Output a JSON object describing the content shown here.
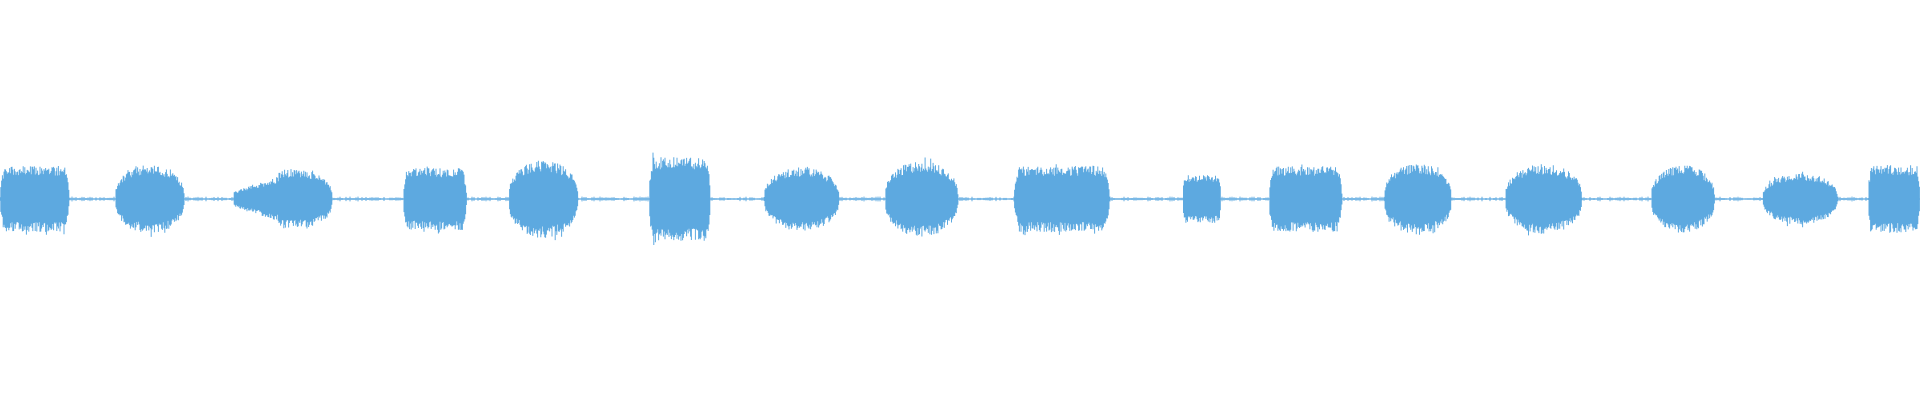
{
  "waveform": {
    "color": "#5DA9E0",
    "background": "#FFFFFF",
    "bursts": [
      {
        "start": 0.0,
        "end": 0.036,
        "amplitude": 0.66,
        "shape": "block"
      },
      {
        "start": 0.06,
        "end": 0.096,
        "amplitude": 0.68,
        "shape": "dome"
      },
      {
        "start": 0.122,
        "end": 0.173,
        "amplitude": 0.6,
        "shape": "ramp-in"
      },
      {
        "start": 0.21,
        "end": 0.243,
        "amplitude": 0.62,
        "shape": "block"
      },
      {
        "start": 0.265,
        "end": 0.301,
        "amplitude": 0.78,
        "shape": "dome"
      },
      {
        "start": 0.338,
        "end": 0.37,
        "amplitude": 0.84,
        "shape": "block"
      },
      {
        "start": 0.398,
        "end": 0.437,
        "amplitude": 0.64,
        "shape": "dome"
      },
      {
        "start": 0.461,
        "end": 0.499,
        "amplitude": 0.76,
        "shape": "dome"
      },
      {
        "start": 0.528,
        "end": 0.578,
        "amplitude": 0.66,
        "shape": "block"
      },
      {
        "start": 0.616,
        "end": 0.636,
        "amplitude": 0.48,
        "shape": "block"
      },
      {
        "start": 0.661,
        "end": 0.699,
        "amplitude": 0.66,
        "shape": "block"
      },
      {
        "start": 0.721,
        "end": 0.756,
        "amplitude": 0.72,
        "shape": "dome"
      },
      {
        "start": 0.784,
        "end": 0.824,
        "amplitude": 0.7,
        "shape": "dome"
      },
      {
        "start": 0.86,
        "end": 0.893,
        "amplitude": 0.68,
        "shape": "dome"
      },
      {
        "start": 0.918,
        "end": 0.957,
        "amplitude": 0.52,
        "shape": "dome"
      },
      {
        "start": 0.973,
        "end": 1.0,
        "amplitude": 0.68,
        "shape": "block"
      }
    ],
    "baseline_noise": 0.02
  }
}
